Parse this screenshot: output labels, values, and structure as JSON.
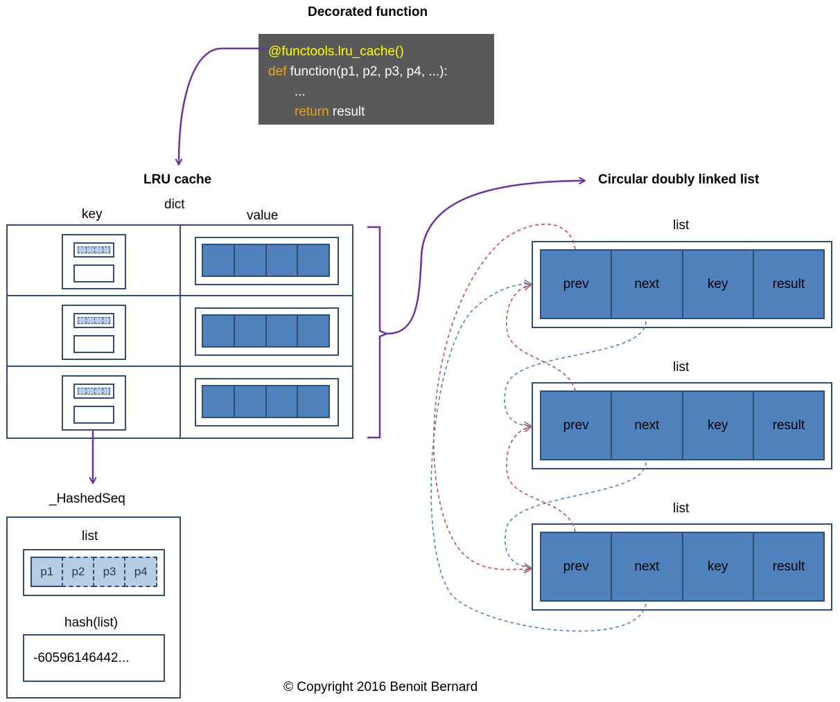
{
  "titles": {
    "decorated_function": "Decorated function",
    "lru_cache": "LRU cache",
    "circular_list": "Circular doubly linked list"
  },
  "code": {
    "decorator": "@functools.lru_cache()",
    "def_kw": "def",
    "signature": "function(p1, p2, p3, p4, ...):",
    "ellipsis": "...",
    "return_kw": "return",
    "return_val": "result"
  },
  "dict": {
    "label": "dict",
    "key_header": "key",
    "value_header": "value"
  },
  "linked_list": {
    "node_label": "list",
    "nodes": [
      {
        "fields": [
          "prev",
          "next",
          "key",
          "result"
        ]
      },
      {
        "fields": [
          "prev",
          "next",
          "key",
          "result"
        ]
      },
      {
        "fields": [
          "prev",
          "next",
          "key",
          "result"
        ]
      }
    ]
  },
  "hashed_seq": {
    "title": "_HashedSeq",
    "list_label": "list",
    "params": [
      "p1",
      "p2",
      "p3",
      "p4"
    ],
    "hash_label": "hash(list)",
    "hash_value": "-60596146442..."
  },
  "copyright": "© Copyright 2016 Benoit Bernard",
  "colors": {
    "box_border": "#2e4e78",
    "cell_fill": "#4f81bd",
    "light_fill": "#b8cce4",
    "arrow_purple": "#7030a0",
    "prev_arrow": "#c0504d",
    "next_arrow": "#4f81bd",
    "code_bg": "#595959"
  }
}
